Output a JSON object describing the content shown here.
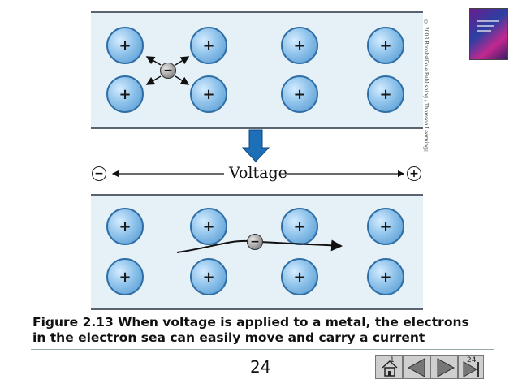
{
  "figure": {
    "ion_symbol": "+",
    "electron_symbol": "−",
    "voltage_label": "Voltage",
    "negative_terminal": "−",
    "positive_terminal": "+",
    "copyright": "© 2003 Brooks/Cole Publishing / Thomson Learning™",
    "colors": {
      "ion": "#8fc3eb",
      "panel": "#e6f0f7",
      "arrow": "#1d6fb8"
    }
  },
  "caption": {
    "line1": "Figure 2.13 When voltage is applied to a metal, the electrons",
    "line2": "in the electron sea can easily move and carry a current"
  },
  "slide": {
    "page_number": "24",
    "nav_home_num": "1",
    "nav_end_num": "24"
  },
  "nav": {
    "icons": [
      "home-icon",
      "previous-icon",
      "next-icon",
      "end-icon"
    ]
  }
}
